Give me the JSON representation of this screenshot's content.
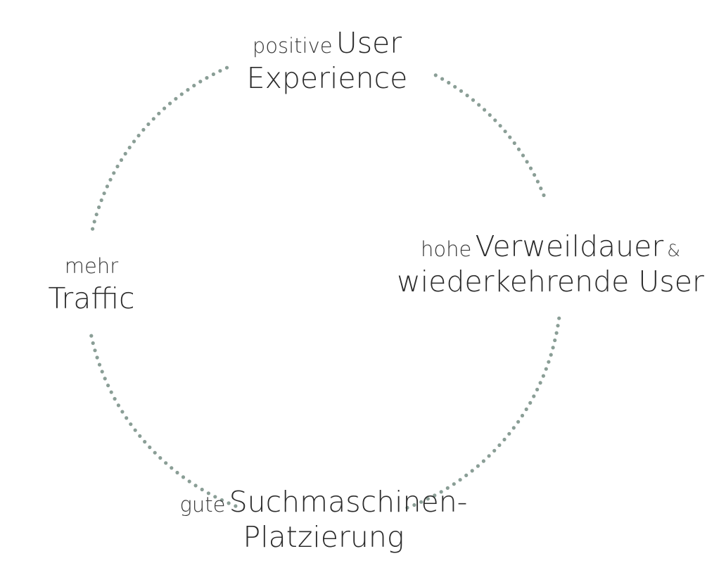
{
  "diagram": {
    "accent_color": "#8a9e96",
    "nodes": {
      "top": {
        "qualifier": "positive",
        "line1": "User",
        "line2": "Experience"
      },
      "right": {
        "qualifier": "hohe",
        "line1": "Verweildauer",
        "connector": "&",
        "line2": "wiederkehrende User"
      },
      "bottom": {
        "qualifier": "gute",
        "line1": "Suchmaschinen-",
        "line2": "Platzierung"
      },
      "left": {
        "qualifier": "mehr",
        "line2": "Traffic"
      }
    }
  }
}
